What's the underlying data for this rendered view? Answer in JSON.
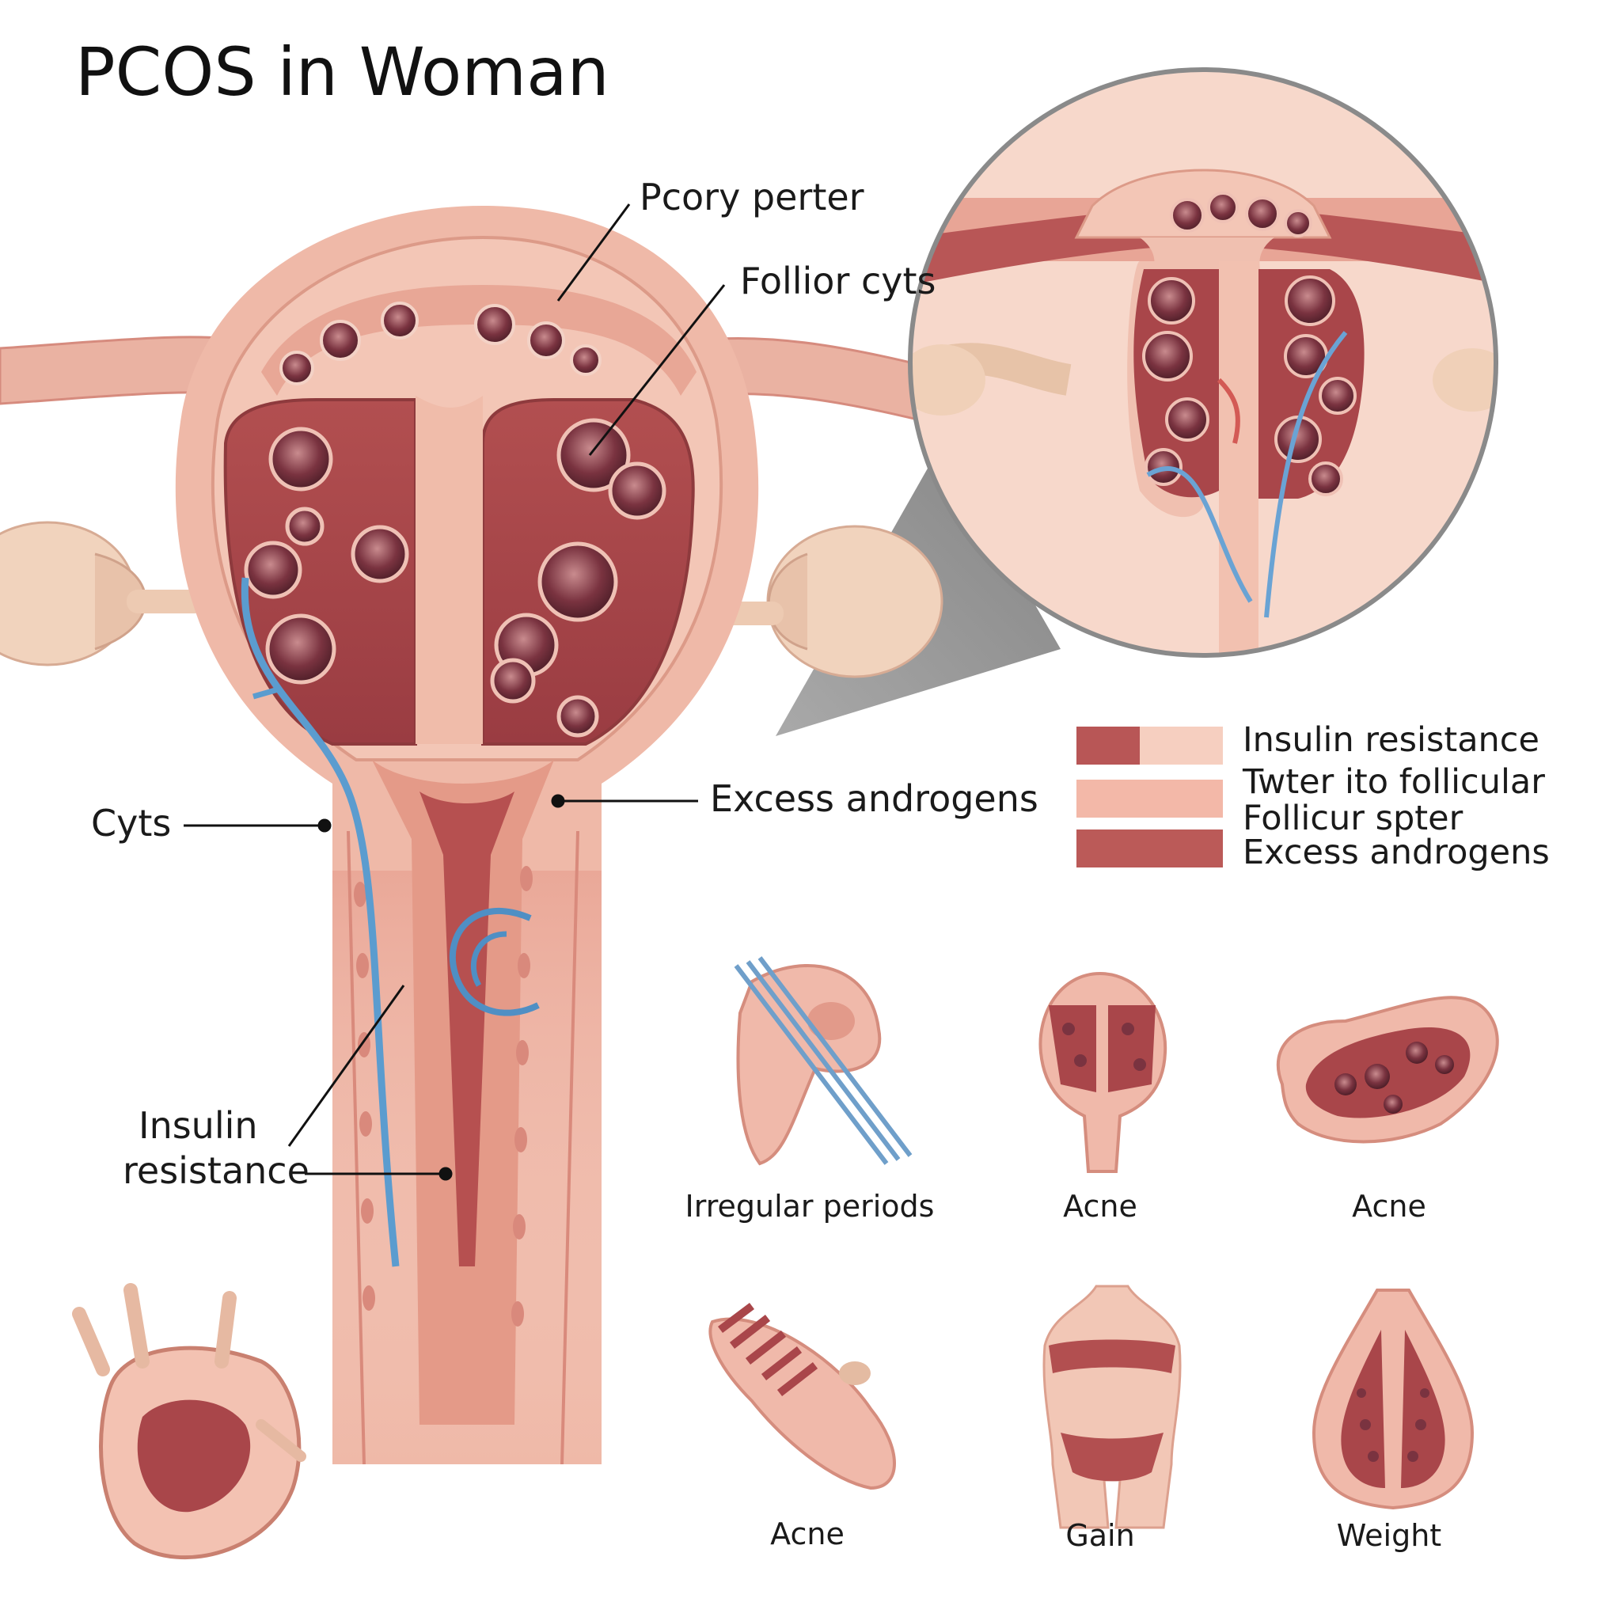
{
  "title": "PCOS in Woman",
  "callouts": {
    "top1": "Pcory perter",
    "top2": "Follior cyts",
    "left": "Cyts",
    "right": "Excess androgens",
    "bottom_line1": "Insulin",
    "bottom_line2": "resistance"
  },
  "legend": [
    {
      "label": "Insulin resistance",
      "colors": [
        "#b85656",
        "#f6cfc0"
      ]
    },
    {
      "label": "Twter ito follicular",
      "colors": [
        "#f3b8a8"
      ]
    },
    {
      "label": "Follicur spter",
      "colors": []
    },
    {
      "label": "Excess androgens",
      "colors": [
        "#bb5a58"
      ]
    }
  ],
  "thumbnails": [
    {
      "caption": "Irregular periods",
      "icon": "ovary-vessel-icon"
    },
    {
      "caption": "Acne",
      "icon": "uterus-mini-icon"
    },
    {
      "caption": "Acne",
      "icon": "ovary-cyst-icon"
    },
    {
      "caption": "Acne",
      "icon": "muscle-tissue-icon"
    },
    {
      "caption": "Gain",
      "icon": "female-body-icon"
    },
    {
      "caption": "Weight",
      "icon": "tissue-section-icon"
    }
  ],
  "colors": {
    "tissue_light": "#f2c4b4",
    "tissue_mid": "#e7a292",
    "cavity": "#a8474a",
    "follicle": "#7a3340",
    "vessel": "#5b9ccf"
  }
}
